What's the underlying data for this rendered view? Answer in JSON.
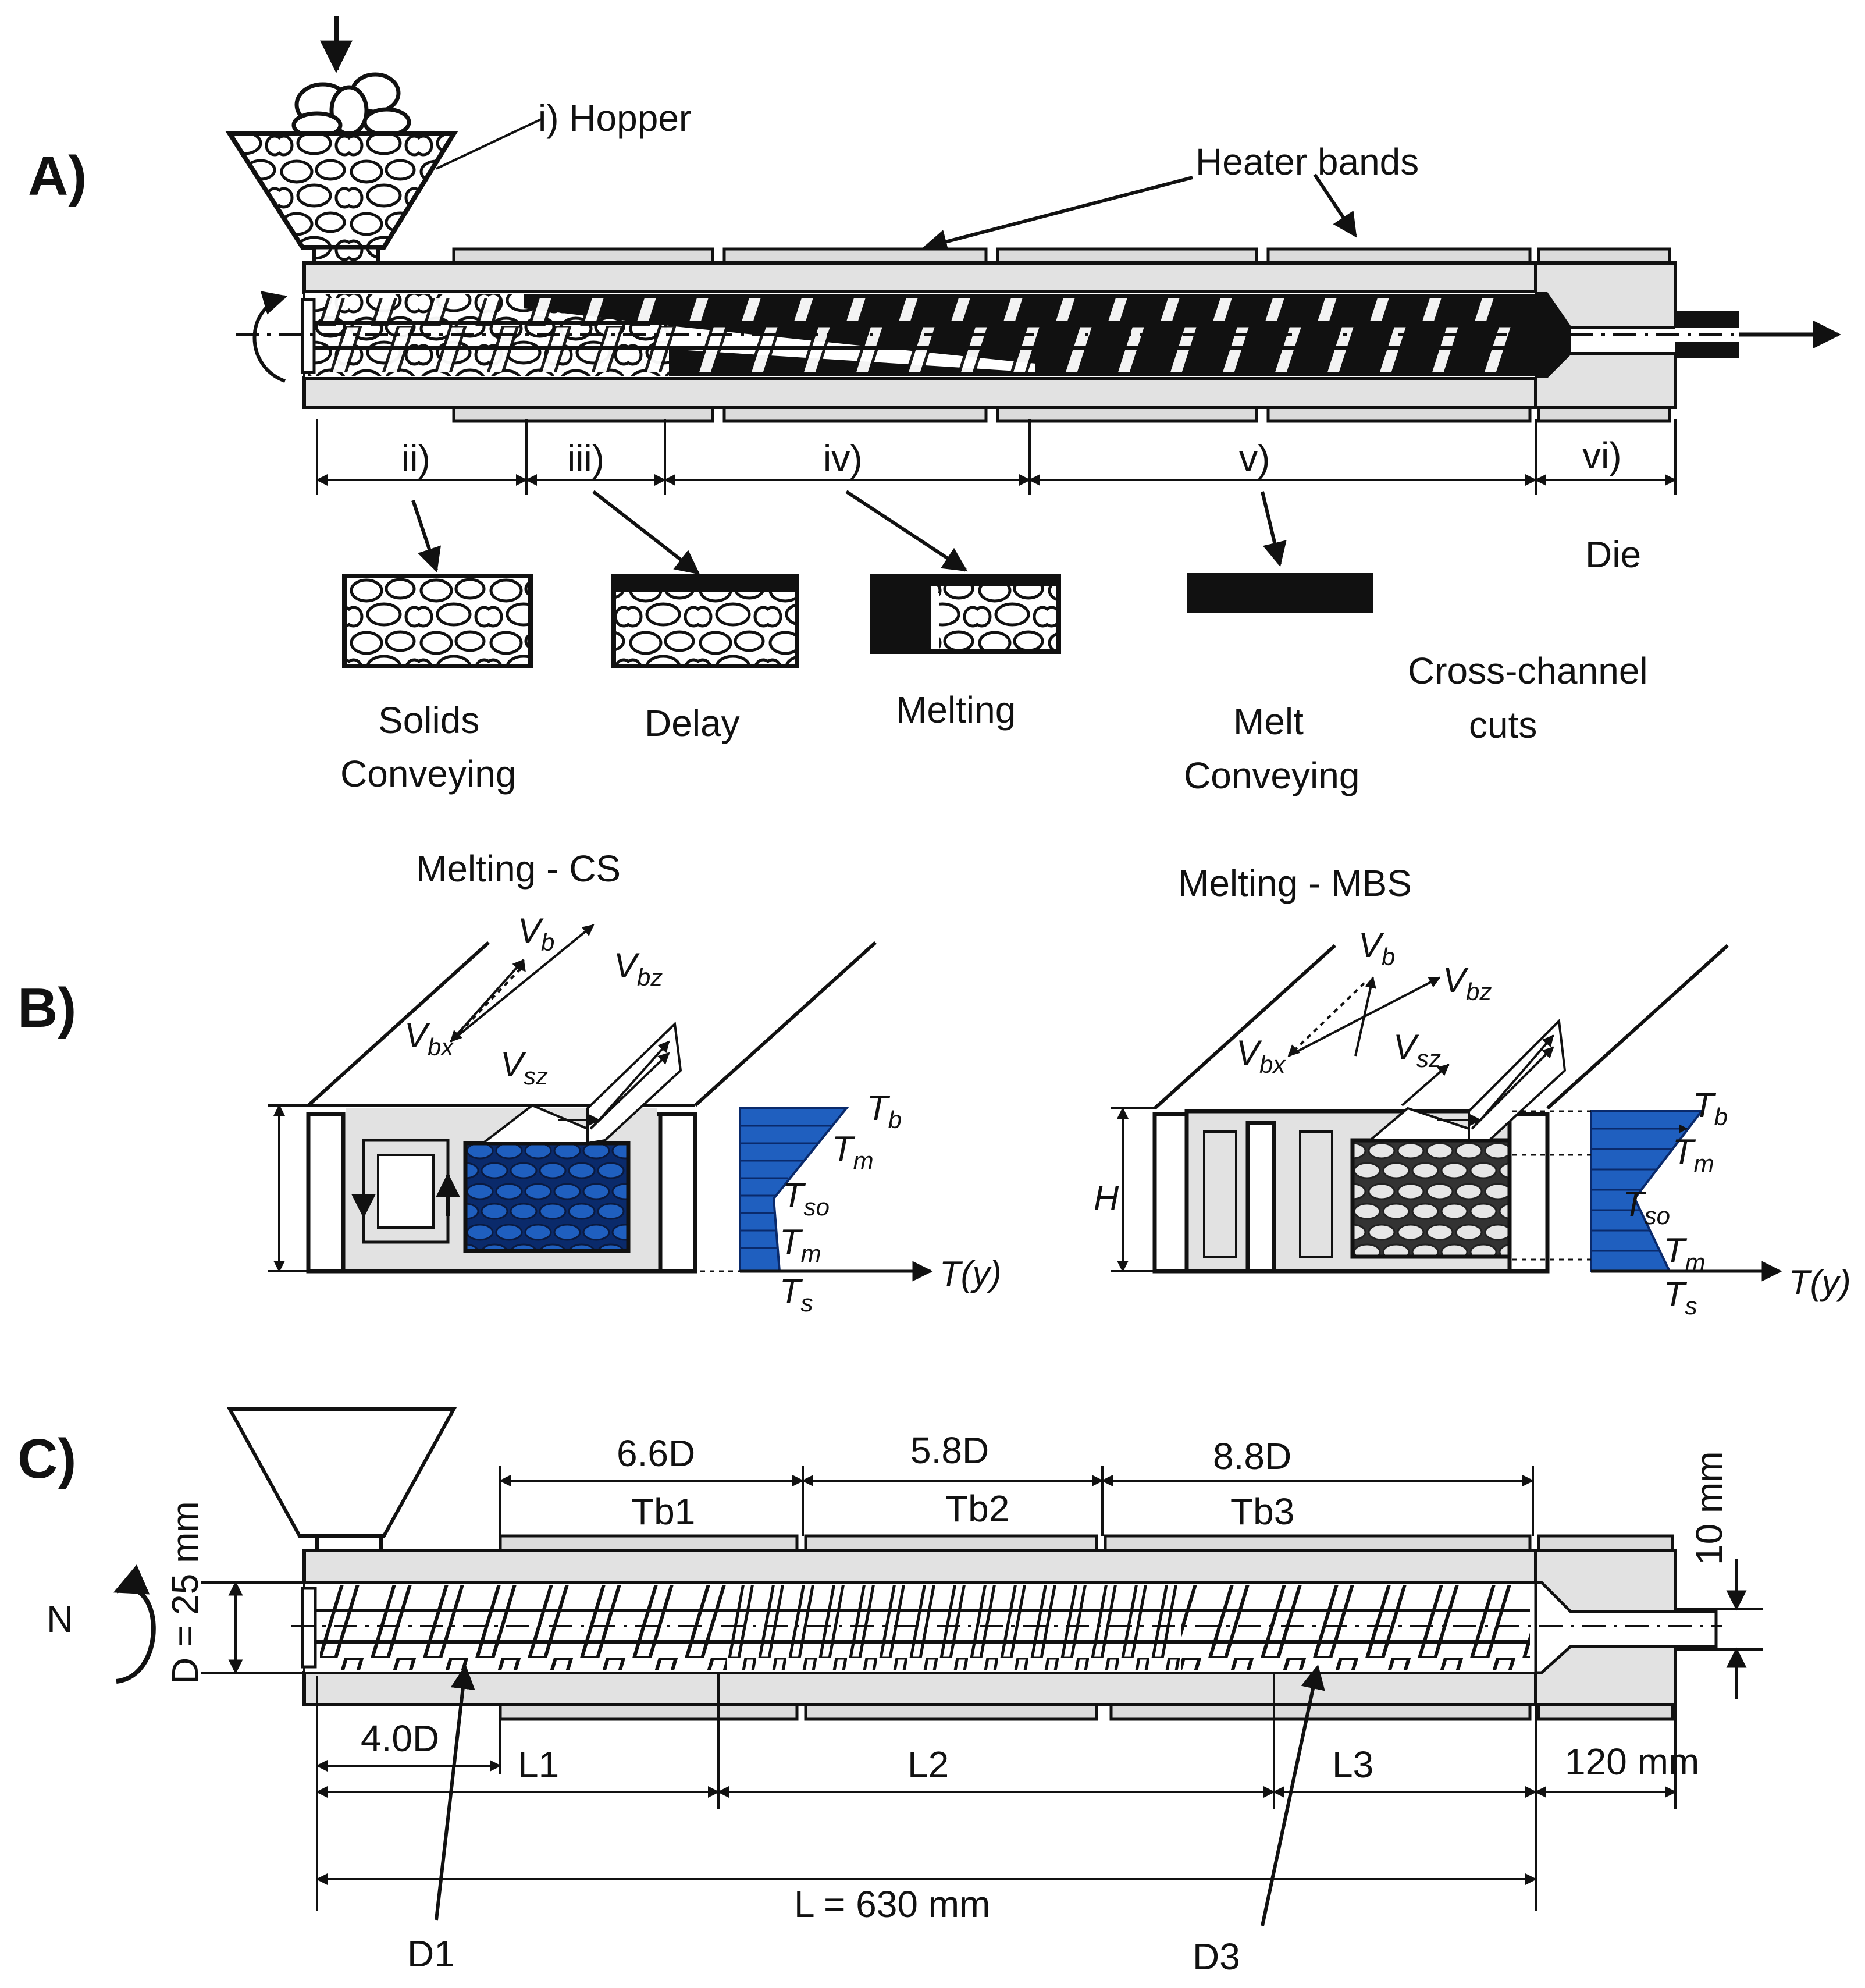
{
  "panel_a": {
    "panel_label": "A)",
    "hopper_label": "i)  Hopper",
    "heater_label": "Heater bands",
    "zone_labels": [
      "ii)",
      "iii)",
      "iv)",
      "v)",
      "vi)"
    ],
    "die_label": "Die",
    "cross_label_1": "Cross-channel",
    "cross_label_2": "cuts",
    "zone_names": [
      [
        "Solids",
        "Conveying"
      ],
      [
        "Delay"
      ],
      [
        "Melting"
      ],
      [
        "Melt",
        "Conveying"
      ]
    ]
  },
  "panel_b": {
    "panel_label": "B)",
    "cs_title": "Melting - CS",
    "mbs_title": "Melting - MBS",
    "vb": [
      "V",
      "b"
    ],
    "vbz": [
      "V",
      "bz"
    ],
    "vbx": [
      "V",
      "bx"
    ],
    "vsz": [
      "V",
      "sz"
    ],
    "tb": [
      "T",
      "b"
    ],
    "tm": [
      "T",
      "m"
    ],
    "tso": [
      "T",
      "so"
    ],
    "ts": [
      "T",
      "s"
    ],
    "ty": "T(y)",
    "h": "H",
    "colors": {
      "melt_blue": "#1f5fbf",
      "barrel_grey": "#e2e2e2"
    }
  },
  "panel_c": {
    "panel_label": "C)",
    "zones": [
      {
        "length": "6.6D",
        "name": "Tb1"
      },
      {
        "length": "5.8D",
        "name": "Tb2"
      },
      {
        "length": "8.8D",
        "name": "Tb3"
      }
    ],
    "rotation_label": "N",
    "diameter_label": "D = 25 mm",
    "die_diameter_label": "10 mm",
    "feed_length_label": "4.0D",
    "section_labels": [
      "L1",
      "L2",
      "L3"
    ],
    "die_length_label": "120 mm",
    "total_length_label": "L = 630 mm",
    "d1_label": "D1",
    "d3_label": "D3"
  }
}
